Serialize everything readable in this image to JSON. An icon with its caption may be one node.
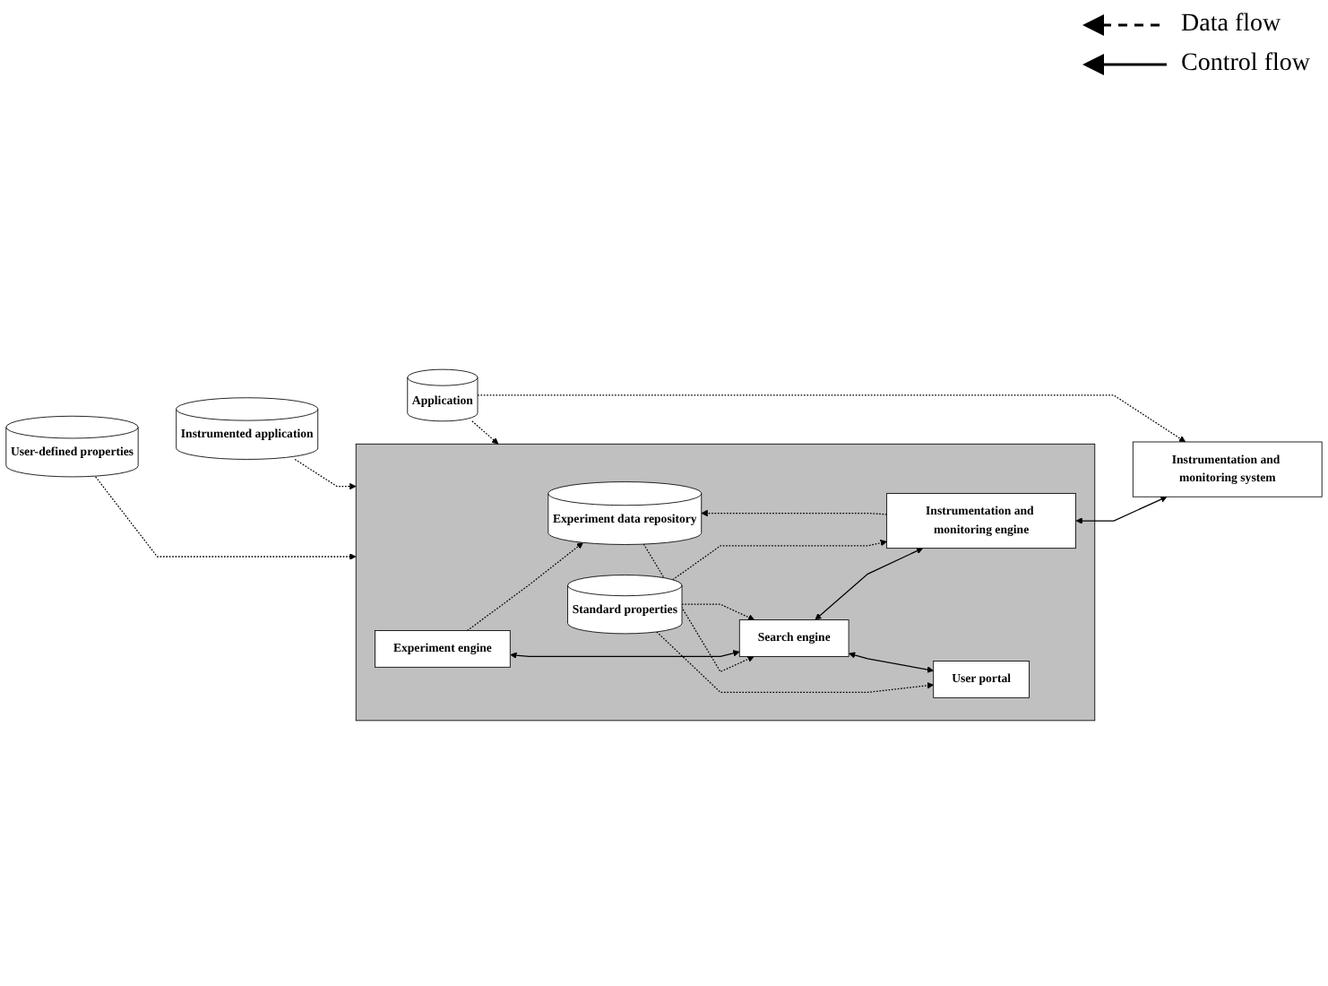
{
  "diagram": {
    "nodes": [
      {
        "text": [],
        "shape": "box"
      },
      {
        "text": [
          "Experiment data repository"
        ],
        "in": 0
      },
      {
        "text": [
          "Experiment engine"
        ],
        "in": 0
      },
      {
        "text": [
          "Search engine"
        ],
        "in": 0
      },
      {
        "text": [
          "Instrumentation and monitoring engine"
        ],
        "in": 0
      },
      {
        "text": [
          "User portal"
        ],
        "in": 0
      },
      {
        "text": [
          "Standard properties"
        ],
        "in": 0
      },
      {
        "text": [
          "User-defined properties"
        ]
      },
      {
        "text": [
          "Instrumented application"
        ]
      },
      {
        "text": [
          "Instrumentation and monitoring system"
        ]
      },
      {
        "text": [
          "Application"
        ]
      }
    ],
    "edges": [
      {
        "from": 1,
        "to": 3,
        "arrow": "to",
        "style": "dashed"
      },
      {
        "from": 2,
        "to": 1,
        "arrow": "to",
        "style": "dashed"
      },
      {
        "from": 2,
        "to": 3,
        "arrow": "both"
      },
      {
        "from": 4,
        "to": 1,
        "arrow": "to",
        "style": "dashed"
      },
      {
        "from": 3,
        "to": 4,
        "arrow": "both"
      },
      {
        "from": 4,
        "to": 9,
        "arrow": "both"
      },
      {
        "from": 6,
        "to": 3,
        "arrow": "to",
        "style": "dashed"
      },
      {
        "from": 6,
        "to": 4,
        "arrow": "to",
        "style": "dashed"
      },
      {
        "from": 6,
        "to": 5,
        "arrow": "to",
        "style": "dashed"
      },
      {
        "from": 3,
        "to": 5,
        "arrow": "both"
      },
      {
        "from": 7,
        "to": 0,
        "arrow": "to",
        "style": "dashed"
      },
      {
        "from": 8,
        "to": 0,
        "arrow": "to",
        "style": "dashed"
      },
      {
        "from": 10,
        "to": 0,
        "arrow": "to",
        "style": "dashed"
      },
      {
        "from": 10,
        "to": 9,
        "arrow": "to",
        "style": "dashed"
      }
    ],
    "legend": [
      {
        "text": "Data flow"
      },
      {
        "text": "Control flow"
      }
    ]
  }
}
